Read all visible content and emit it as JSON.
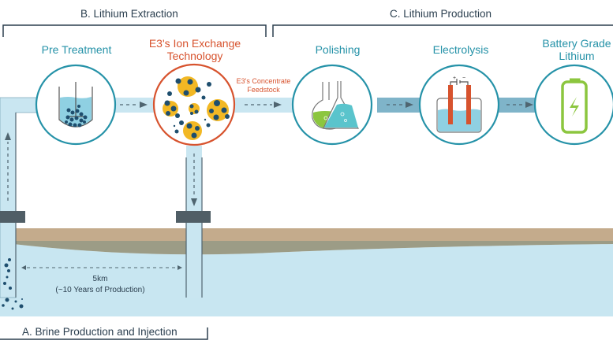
{
  "sections": {
    "extraction": "B. Lithium Extraction",
    "production": "C. Lithium Production",
    "brine": "A. Brine Production and Injection"
  },
  "steps": [
    {
      "label": "Pre Treatment",
      "icon": "stirred-tank-icon"
    },
    {
      "label": "E3's Ion Exchange Technology",
      "line1": "E3's Ion Exchange",
      "line2": "Technology",
      "icon": "ion-exchange-icon"
    },
    {
      "label": "Polishing",
      "icon": "flasks-icon"
    },
    {
      "label": "Electrolysis",
      "icon": "electrolysis-cell-icon"
    },
    {
      "label": "Battery Grade Lithium",
      "line1": "Battery Grade",
      "line2": "Lithium",
      "icon": "battery-icon"
    }
  ],
  "feedstock_label": {
    "line1": "E3's Concentrate",
    "line2": "Feedstock"
  },
  "distance": {
    "line1": "5km",
    "line2": "(~10 Years of Production)"
  },
  "colors": {
    "teal": "#2592a8",
    "orange": "#d7532e",
    "pipe_light": "#c9e6f1",
    "pipe_dark": "#7fb4c9",
    "brine": "#c8e6f1",
    "soil": "#c4ab8c",
    "clay": "#9c9c86",
    "well_cap": "#505e66",
    "ion_yellow": "#f2b824",
    "ion_blue": "#1e4e6e",
    "battery_green": "#8cc63f",
    "text_dark": "#2b3f4f"
  }
}
